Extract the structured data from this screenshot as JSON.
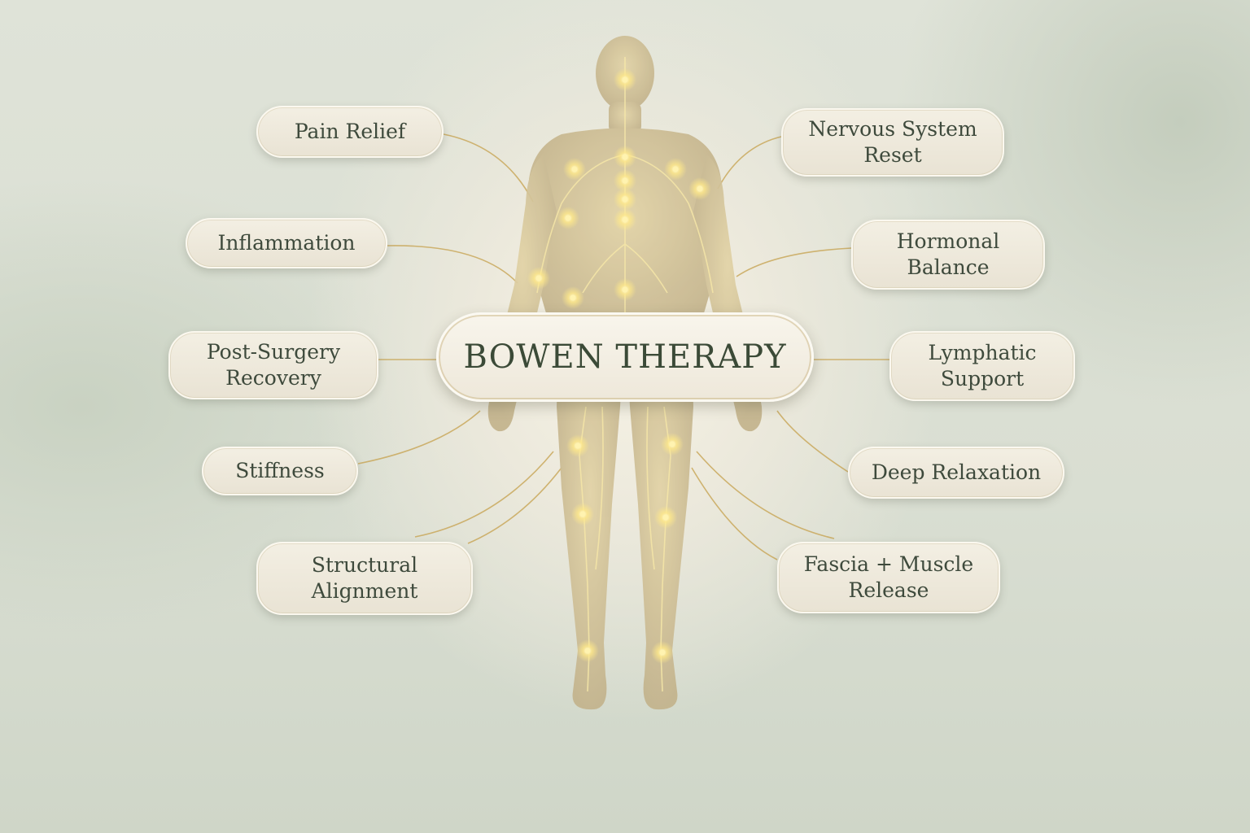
{
  "diagram": {
    "title": "BOWEN THERAPY",
    "colors": {
      "line": "#c9a85c",
      "glow": "#fff3b0",
      "body": "#cdbd95",
      "text": "#3e4a3c"
    },
    "left_labels": [
      {
        "id": "pain-relief",
        "text": "Pain Relief"
      },
      {
        "id": "inflammation",
        "text": "Inflammation"
      },
      {
        "id": "post-surgery-recovery",
        "text": "Post-Surgery\nRecovery"
      },
      {
        "id": "stiffness",
        "text": "Stiffness"
      },
      {
        "id": "structural-alignment",
        "text": "Structural\nAlignment"
      }
    ],
    "right_labels": [
      {
        "id": "nervous-system-reset",
        "text": "Nervous System\nReset"
      },
      {
        "id": "hormonal-balance",
        "text": "Hormonal\nBalance"
      },
      {
        "id": "lymphatic-support",
        "text": "Lymphatic\nSupport"
      },
      {
        "id": "deep-relaxation",
        "text": "Deep Relaxation"
      },
      {
        "id": "fascia-muscle-release",
        "text": "Fascia + Muscle\nRelease"
      }
    ]
  }
}
